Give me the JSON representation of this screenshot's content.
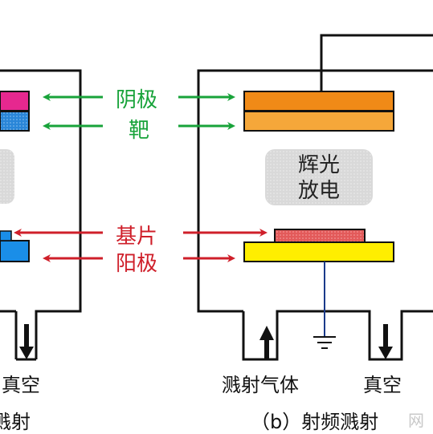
{
  "labels": {
    "cathode": "阴极",
    "target": "靶",
    "substrate": "基片",
    "anode": "阳极",
    "glow_line1": "辉光",
    "glow_line2": "放电",
    "vacuum_left": "真空",
    "sputter_gas": "溅射气体",
    "vacuum_right": "真空",
    "caption_left": "溅射",
    "caption_right": "（b）射频溅射",
    "watermark": "网"
  },
  "colors": {
    "line": "#111111",
    "green_arrow": "#18a33a",
    "red_arrow": "#cf1f2a",
    "target_magenta": "#e6288f",
    "target_blue": "#2a86d8",
    "cathode_orange": "#f08a17",
    "cathode_orange_light": "#f5a73a",
    "substrate_red": "#e35a5a",
    "anode_yellow": "#ffee00",
    "anode_blue_left": "#1a8ee8",
    "glow_gray": "#d9d9d9",
    "ground_blue": "#1a3a8a"
  }
}
